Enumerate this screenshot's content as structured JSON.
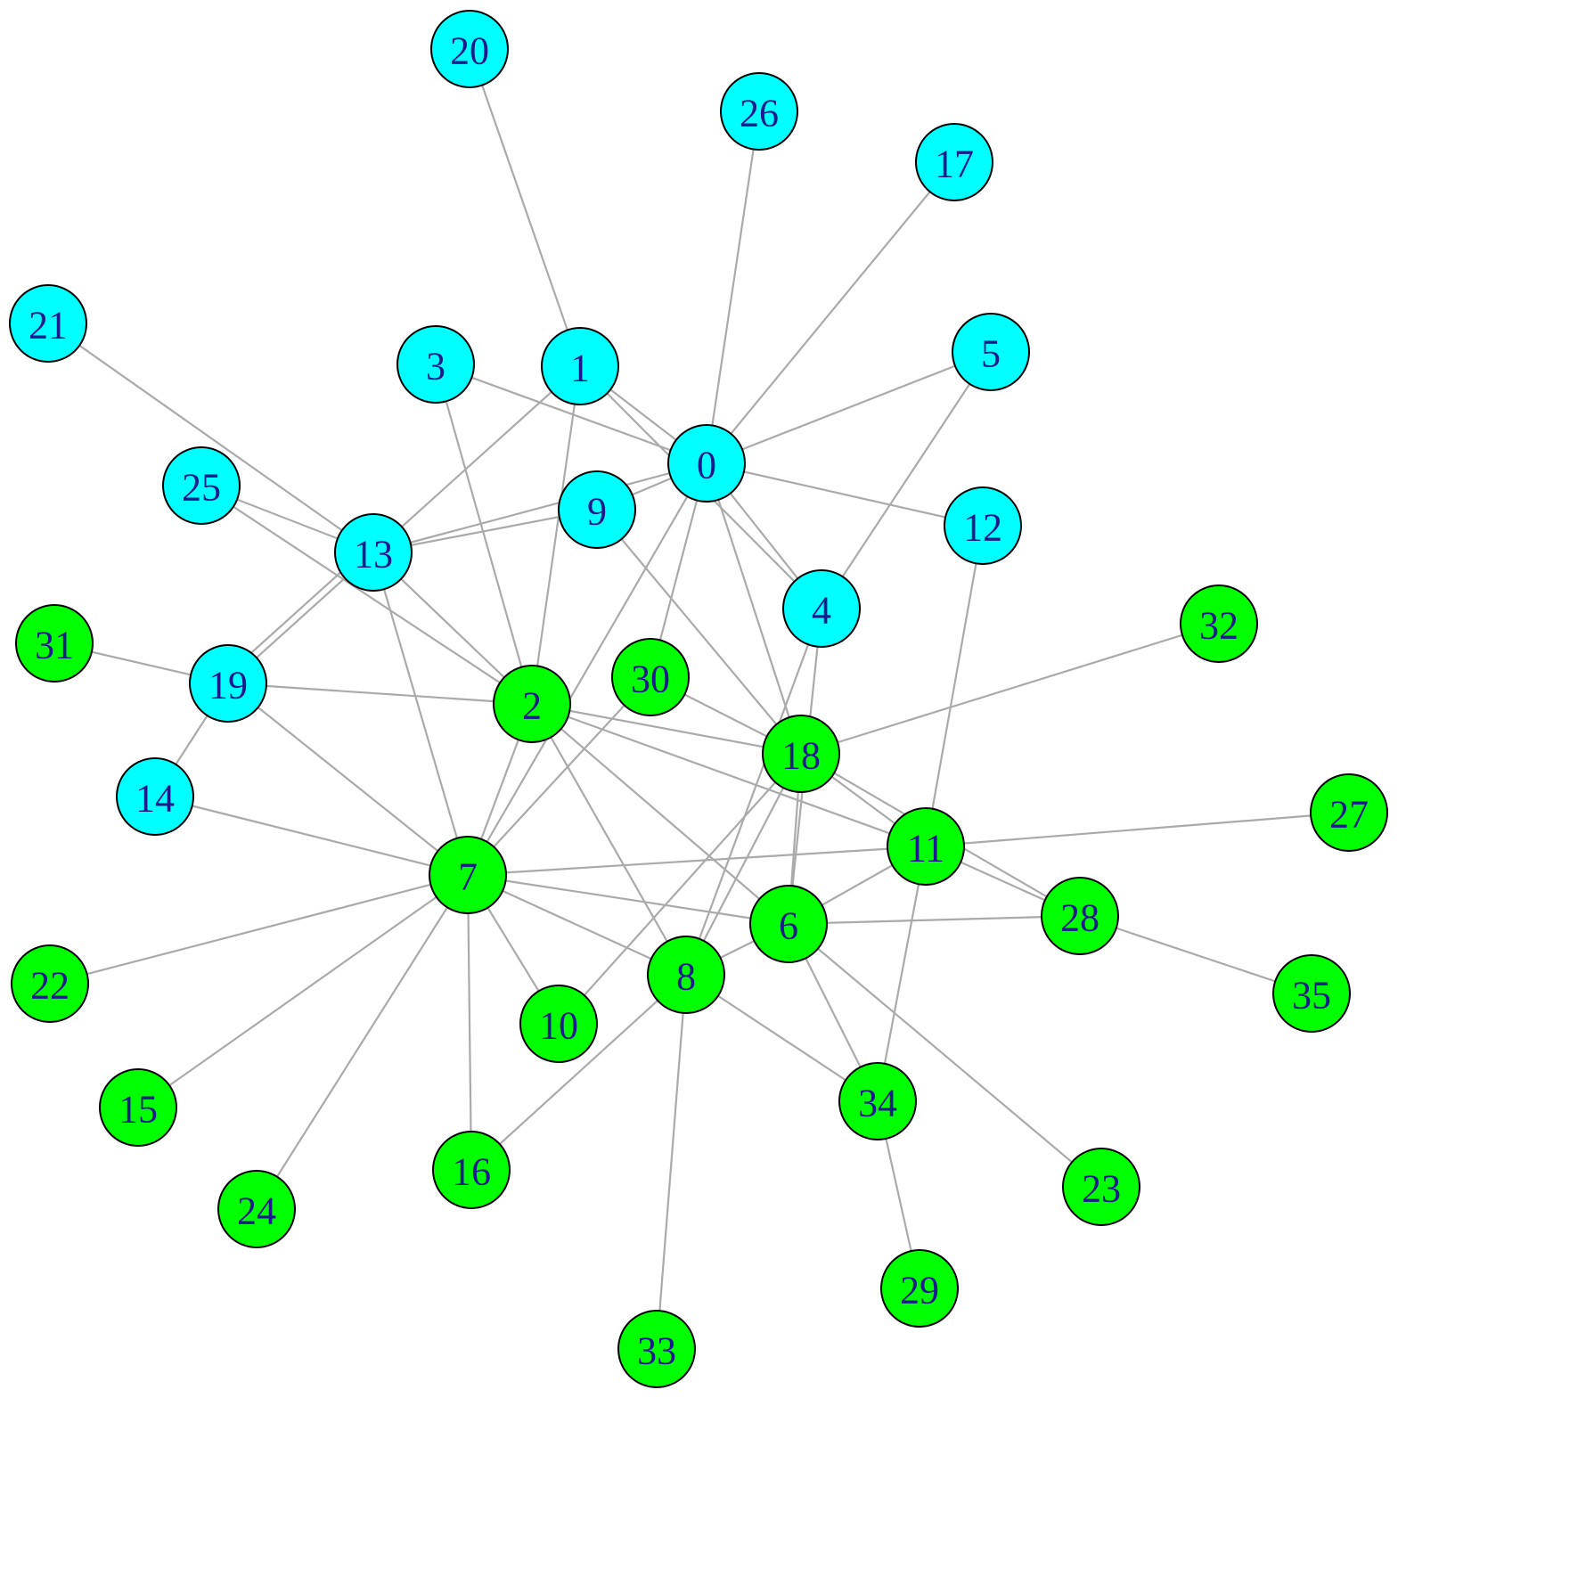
{
  "colors": {
    "group_a": "#00ffff",
    "group_b": "#00ff00",
    "edge": "#aaaaaa",
    "label": "#1a1a8c"
  },
  "nodes": [
    {
      "id": "0",
      "group": "a"
    },
    {
      "id": "1",
      "group": "a"
    },
    {
      "id": "2",
      "group": "b"
    },
    {
      "id": "3",
      "group": "a"
    },
    {
      "id": "4",
      "group": "a"
    },
    {
      "id": "5",
      "group": "a"
    },
    {
      "id": "6",
      "group": "b"
    },
    {
      "id": "7",
      "group": "b"
    },
    {
      "id": "8",
      "group": "b"
    },
    {
      "id": "9",
      "group": "a"
    },
    {
      "id": "10",
      "group": "b"
    },
    {
      "id": "11",
      "group": "b"
    },
    {
      "id": "12",
      "group": "a"
    },
    {
      "id": "13",
      "group": "a"
    },
    {
      "id": "14",
      "group": "a"
    },
    {
      "id": "15",
      "group": "b"
    },
    {
      "id": "16",
      "group": "b"
    },
    {
      "id": "17",
      "group": "a"
    },
    {
      "id": "18",
      "group": "b"
    },
    {
      "id": "19",
      "group": "a"
    },
    {
      "id": "20",
      "group": "a"
    },
    {
      "id": "21",
      "group": "a"
    },
    {
      "id": "22",
      "group": "b"
    },
    {
      "id": "23",
      "group": "b"
    },
    {
      "id": "24",
      "group": "b"
    },
    {
      "id": "25",
      "group": "a"
    },
    {
      "id": "26",
      "group": "a"
    },
    {
      "id": "27",
      "group": "b"
    },
    {
      "id": "28",
      "group": "b"
    },
    {
      "id": "29",
      "group": "b"
    },
    {
      "id": "30",
      "group": "b"
    },
    {
      "id": "31",
      "group": "b"
    },
    {
      "id": "32",
      "group": "b"
    },
    {
      "id": "33",
      "group": "b"
    },
    {
      "id": "34",
      "group": "b"
    },
    {
      "id": "35",
      "group": "b"
    }
  ],
  "edges": [
    [
      "20",
      "1"
    ],
    [
      "26",
      "0"
    ],
    [
      "17",
      "0"
    ],
    [
      "5",
      "0"
    ],
    [
      "12",
      "0"
    ],
    [
      "3",
      "0"
    ],
    [
      "1",
      "0"
    ],
    [
      "1",
      "4"
    ],
    [
      "0",
      "4"
    ],
    [
      "0",
      "9"
    ],
    [
      "0",
      "13"
    ],
    [
      "0",
      "18"
    ],
    [
      "0",
      "7"
    ],
    [
      "0",
      "30"
    ],
    [
      "9",
      "13"
    ],
    [
      "9",
      "18"
    ],
    [
      "1",
      "13"
    ],
    [
      "1",
      "2"
    ],
    [
      "21",
      "13"
    ],
    [
      "25",
      "13"
    ],
    [
      "25",
      "2"
    ],
    [
      "13",
      "2"
    ],
    [
      "13",
      "19"
    ],
    [
      "13",
      "19b"
    ],
    [
      "13",
      "7"
    ],
    [
      "3",
      "2"
    ],
    [
      "31",
      "19"
    ],
    [
      "19",
      "2"
    ],
    [
      "19",
      "7"
    ],
    [
      "14",
      "19"
    ],
    [
      "14",
      "7"
    ],
    [
      "2",
      "7"
    ],
    [
      "2",
      "18"
    ],
    [
      "2",
      "11"
    ],
    [
      "2",
      "6"
    ],
    [
      "2",
      "8"
    ],
    [
      "5",
      "4"
    ],
    [
      "4",
      "6"
    ],
    [
      "4",
      "8"
    ],
    [
      "30",
      "18"
    ],
    [
      "30",
      "7"
    ],
    [
      "32",
      "18"
    ],
    [
      "18",
      "11"
    ],
    [
      "18",
      "28"
    ],
    [
      "18",
      "6"
    ],
    [
      "18",
      "8"
    ],
    [
      "18",
      "10"
    ],
    [
      "12",
      "11"
    ],
    [
      "11",
      "7"
    ],
    [
      "11",
      "6"
    ],
    [
      "11",
      "27"
    ],
    [
      "11",
      "28"
    ],
    [
      "11",
      "34"
    ],
    [
      "7",
      "6"
    ],
    [
      "7",
      "8"
    ],
    [
      "7",
      "10"
    ],
    [
      "7",
      "16"
    ],
    [
      "7",
      "15"
    ],
    [
      "7",
      "22"
    ],
    [
      "7",
      "24"
    ],
    [
      "6",
      "28"
    ],
    [
      "6",
      "8"
    ],
    [
      "6",
      "34"
    ],
    [
      "6",
      "23"
    ],
    [
      "28",
      "35"
    ],
    [
      "8",
      "34"
    ],
    [
      "8",
      "33"
    ],
    [
      "8",
      "16"
    ],
    [
      "34",
      "29"
    ]
  ]
}
